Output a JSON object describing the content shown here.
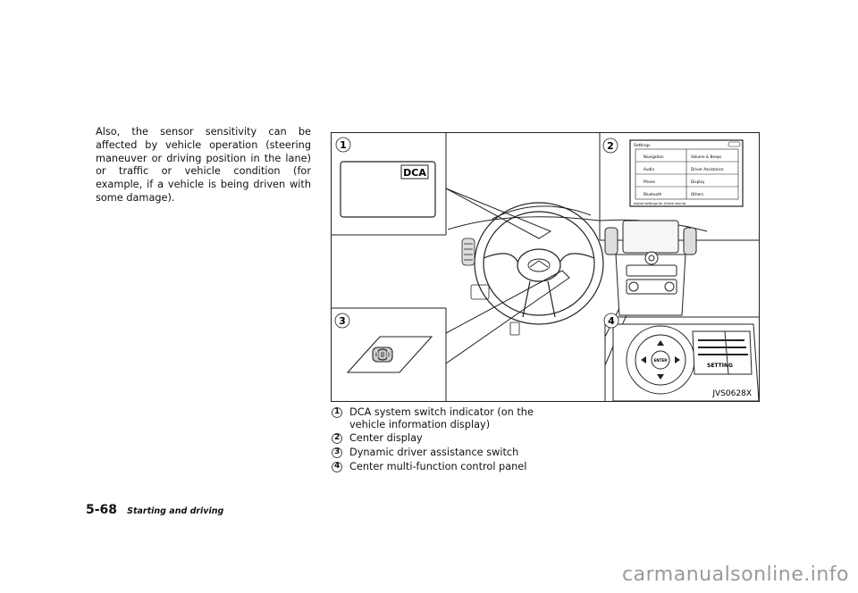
{
  "body_paragraph": "Also, the sensor sensitivity can be affected by vehicle operation (steering maneuver or driving position in the lane) or traffic or vehicle condition (for example, if a vehicle is being driven with some damage).",
  "figure": {
    "callouts": [
      "1",
      "2",
      "3",
      "4"
    ],
    "dca_indicator": "DCA",
    "settings_screen": {
      "title": "Settings",
      "items_left": [
        "Navigation",
        "Audio",
        "Phone",
        "Bluetooth"
      ],
      "items_right": [
        "Volume & Beeps",
        "Driver Assistance",
        "Display",
        "Others"
      ],
      "footer": "Adjust settings for (three sound)"
    },
    "control_panel": {
      "enter_label": "ENTER",
      "setting_label": "SETTING"
    },
    "figure_code": "JVS0628X"
  },
  "captions": [
    {
      "num": "1",
      "text": "DCA system switch indicator (on the vehicle information display)"
    },
    {
      "num": "2",
      "text": "Center display"
    },
    {
      "num": "3",
      "text": "Dynamic driver assistance switch"
    },
    {
      "num": "4",
      "text": "Center multi-function control panel"
    }
  ],
  "footer": {
    "page_number": "5-68",
    "section": "Starting and driving"
  },
  "watermark": "carmanualsonline.info"
}
